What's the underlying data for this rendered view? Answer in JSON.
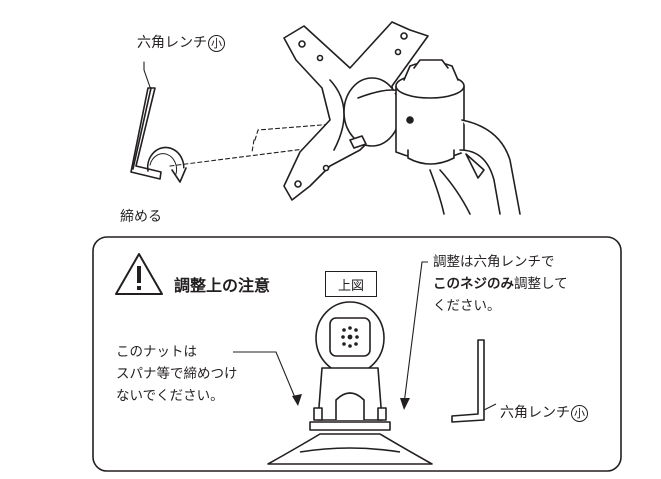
{
  "top_figure": {
    "wrench_label": "六角レンチ",
    "wrench_size_mark": "小",
    "tighten_label": "締める"
  },
  "caution_box": {
    "title": "調整上の注意",
    "view_tag": "上図",
    "right_note": {
      "line1": "調整は六角レンチで",
      "line2_bold": "このネジのみ",
      "line2_rest": "調整して",
      "line3": "ください。"
    },
    "left_note": {
      "line1": "このナットは",
      "line2": "スパナ等で締めつけ",
      "line3": "ないでください。"
    },
    "wrench_label": "六角レンチ",
    "wrench_size_mark": "小"
  },
  "colors": {
    "ink": "#231f20",
    "background": "#ffffff"
  }
}
